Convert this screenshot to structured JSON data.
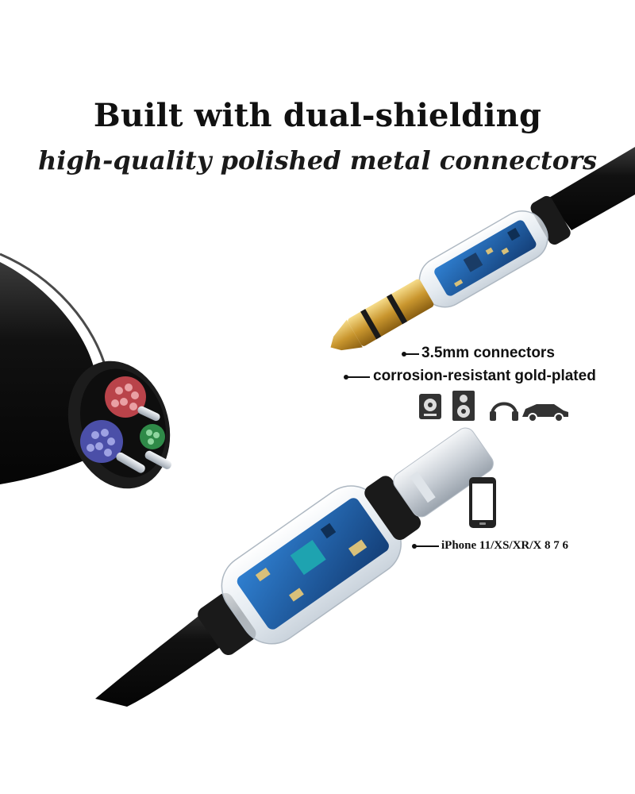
{
  "headline": "Built with dual-shielding",
  "subheadline": "high-quality polished metal connectors",
  "callouts": {
    "connector_size": "3.5mm connectors",
    "plating": "corrosion-resistant gold-plated",
    "compatibility": "iPhone 11/XS/XR/X 8 7 6"
  },
  "device_icons": [
    "hard-drive-icon",
    "speaker-icon",
    "headphones-icon",
    "car-icon",
    "smartphone-icon"
  ],
  "colors": {
    "text": "#111111",
    "cable": "#151515",
    "gold": "#d4a43a",
    "pcb": "#1f5fa8",
    "shell": "#e8eef4"
  }
}
